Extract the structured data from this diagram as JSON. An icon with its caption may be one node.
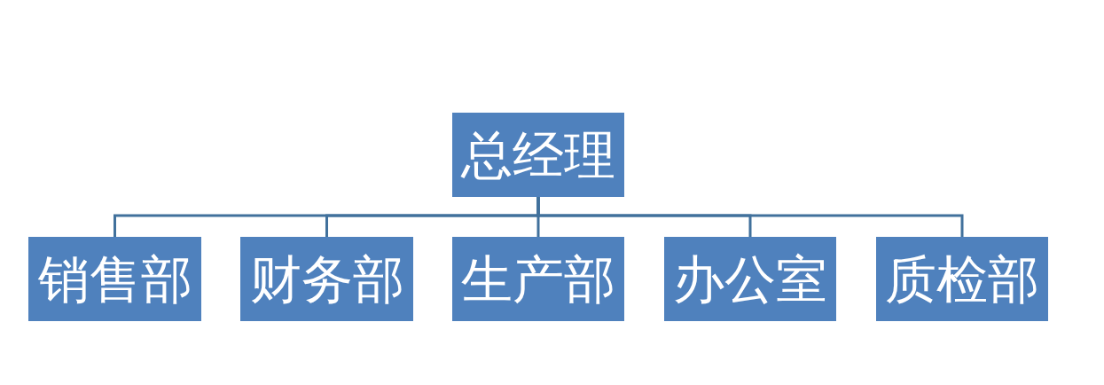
{
  "diagram": {
    "nodes": [
      {
        "text": [
          "总经理"
        ]
      },
      {
        "text": [
          "销售部"
        ]
      },
      {
        "text": [
          "财务部"
        ]
      },
      {
        "text": [
          "生产部"
        ]
      },
      {
        "text": [
          "办公室"
        ]
      },
      {
        "text": [
          "质检部"
        ]
      }
    ],
    "edges": [
      {
        "from": 0,
        "to": 1,
        "arrow": "none"
      },
      {
        "from": 0,
        "to": 2,
        "arrow": "none"
      },
      {
        "from": 0,
        "to": 3,
        "arrow": "none"
      },
      {
        "from": 0,
        "to": 4,
        "arrow": "none"
      },
      {
        "from": 0,
        "to": 5,
        "arrow": "none"
      }
    ]
  }
}
